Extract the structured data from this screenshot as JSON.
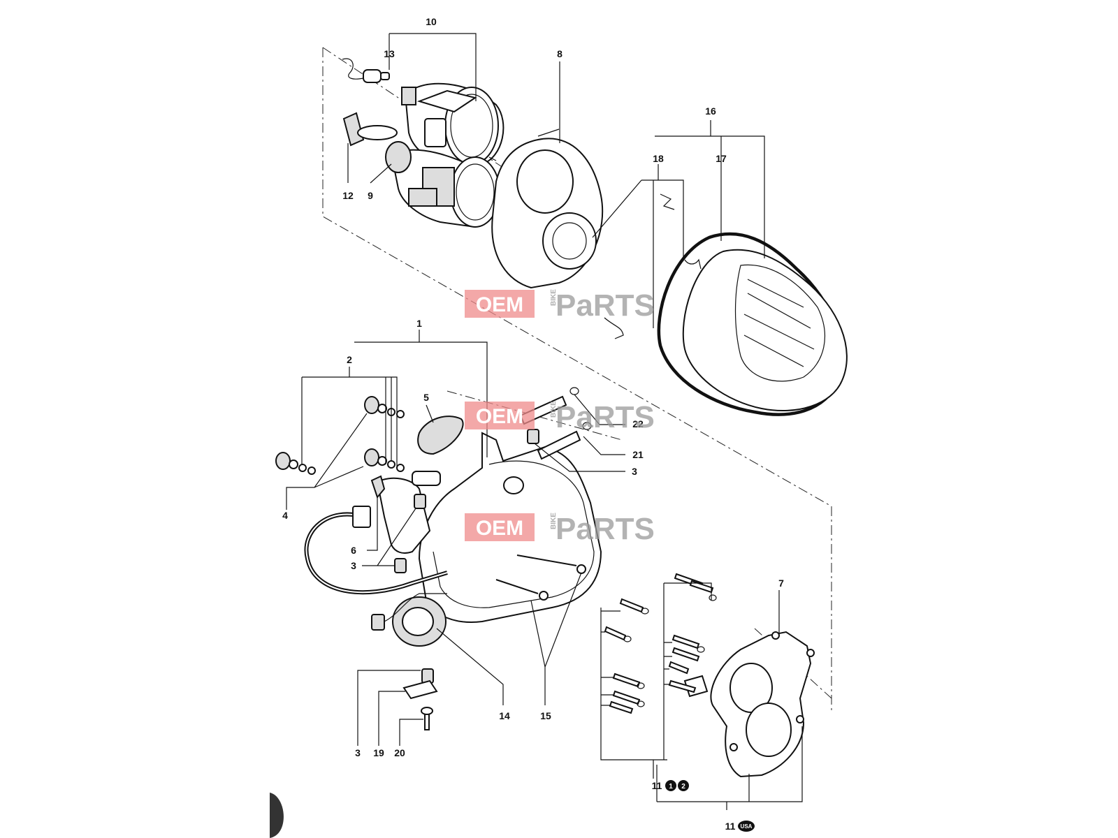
{
  "callouts": {
    "c1": "1",
    "c2": "2",
    "c3a": "3",
    "c3b": "3",
    "c3c": "3",
    "c4": "4",
    "c5": "5",
    "c6": "6",
    "c7": "7",
    "c8": "8",
    "c9": "9",
    "c10": "10",
    "c11a": "11",
    "c11b": "11",
    "c12": "12",
    "c13": "13",
    "c14": "14",
    "c15": "15",
    "c16": "16",
    "c17": "17",
    "c18": "18",
    "c19": "19",
    "c20": "20",
    "c21": "21",
    "c22": "22"
  },
  "badges": {
    "one": "1",
    "two": "2",
    "usa": "USA"
  },
  "watermark": {
    "oem": "OEM",
    "bike": "BIKE",
    "parts": "PaRTS"
  },
  "colors": {
    "watermark_red": "#e85a5a",
    "watermark_gray": "#9a9a9a",
    "ink": "#111111"
  }
}
